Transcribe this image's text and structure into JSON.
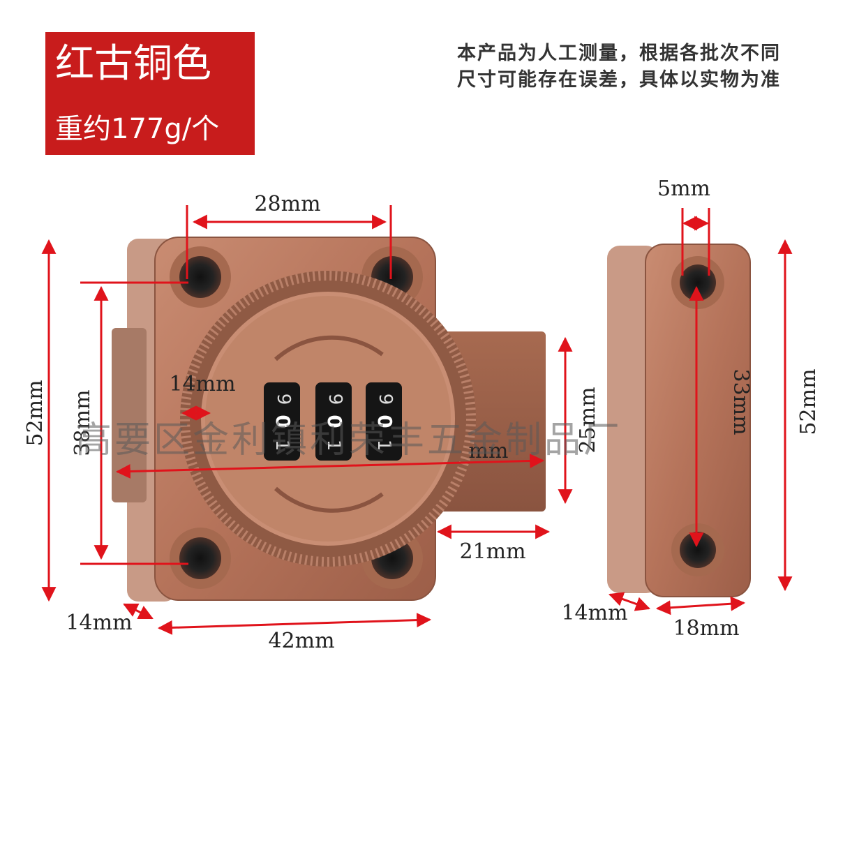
{
  "badge": {
    "color_name": "红古铜色",
    "weight": "重约177g/个",
    "background": "#c81c1c"
  },
  "note": {
    "line1": "本产品为人工测量，根据各批次不同",
    "line2": "尺寸可能存在误差，具体以实物为准"
  },
  "dimensions": {
    "hole_spacing_h": "28mm",
    "height": "52mm",
    "hole_spacing_v": "38mm",
    "dial_offset": "14mm",
    "bolt_length": "mm",
    "bolt_height": "25mm",
    "bolt_extension": "21mm",
    "depth": "14mm",
    "width": "42mm",
    "keeper_hole": "5mm",
    "keeper_hole_spacing": "33mm",
    "keeper_height": "52mm",
    "keeper_depth": "14mm",
    "keeper_width": "18mm"
  },
  "dial": {
    "digits": [
      "0",
      "0",
      "0"
    ],
    "digits_below": [
      "1",
      "1",
      "1"
    ],
    "digits_above": [
      "9",
      "9",
      "9"
    ]
  },
  "watermark": "高要区金利镇利荣丰五金制品厂",
  "colors": {
    "bronze": "#b9795f",
    "bronze_dark": "#8a5440",
    "arrow": "#e0131b"
  }
}
